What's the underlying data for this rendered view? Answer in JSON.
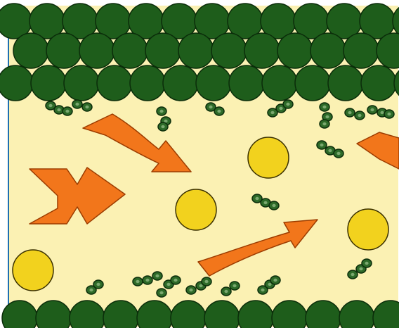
{
  "diagram": {
    "colors": {
      "background": "#fbf1b3",
      "frame": "#ffffff",
      "edge_line": "#1f6fb0",
      "membrane_fill": "#1e5d1b",
      "membrane_stroke": "#0b2d0a",
      "fragment_fill": "#2d6a28",
      "particle_fill": "#f2d21e",
      "particle_stroke": "#3a3000",
      "arrow_fill": "#f2761b",
      "arrow_stroke": "#9c3c00"
    },
    "icons": {
      "upper_membrane": "dark-green-sphere-layer",
      "lower_membrane": "dark-green-sphere-layer",
      "fragments": "small-green-fragment-clusters",
      "particles": "yellow-circles",
      "arrows": "orange-flow-arrows"
    }
  }
}
